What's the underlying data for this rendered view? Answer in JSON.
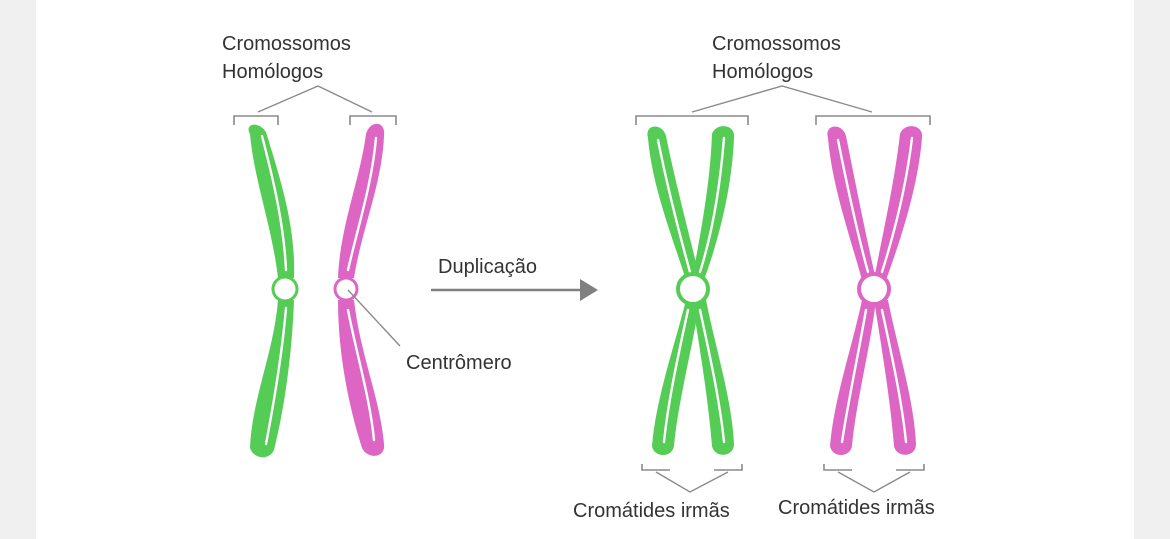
{
  "labels": {
    "homologs_left_line1": "Cromossomos",
    "homologs_left_line2": "Homólogos",
    "homologs_right_line1": "Cromossomos",
    "homologs_right_line2": "Homólogos",
    "duplication": "Duplicação",
    "centromere": "Centrômero",
    "sister_chromatids_left": "Cromátides irmãs",
    "sister_chromatids_right": "Cromátides irmãs"
  },
  "colors": {
    "green": "#55cc55",
    "magenta": "#dd66c4",
    "line": "#8a8a8a",
    "arrow": "#808080",
    "text": "#333333"
  }
}
